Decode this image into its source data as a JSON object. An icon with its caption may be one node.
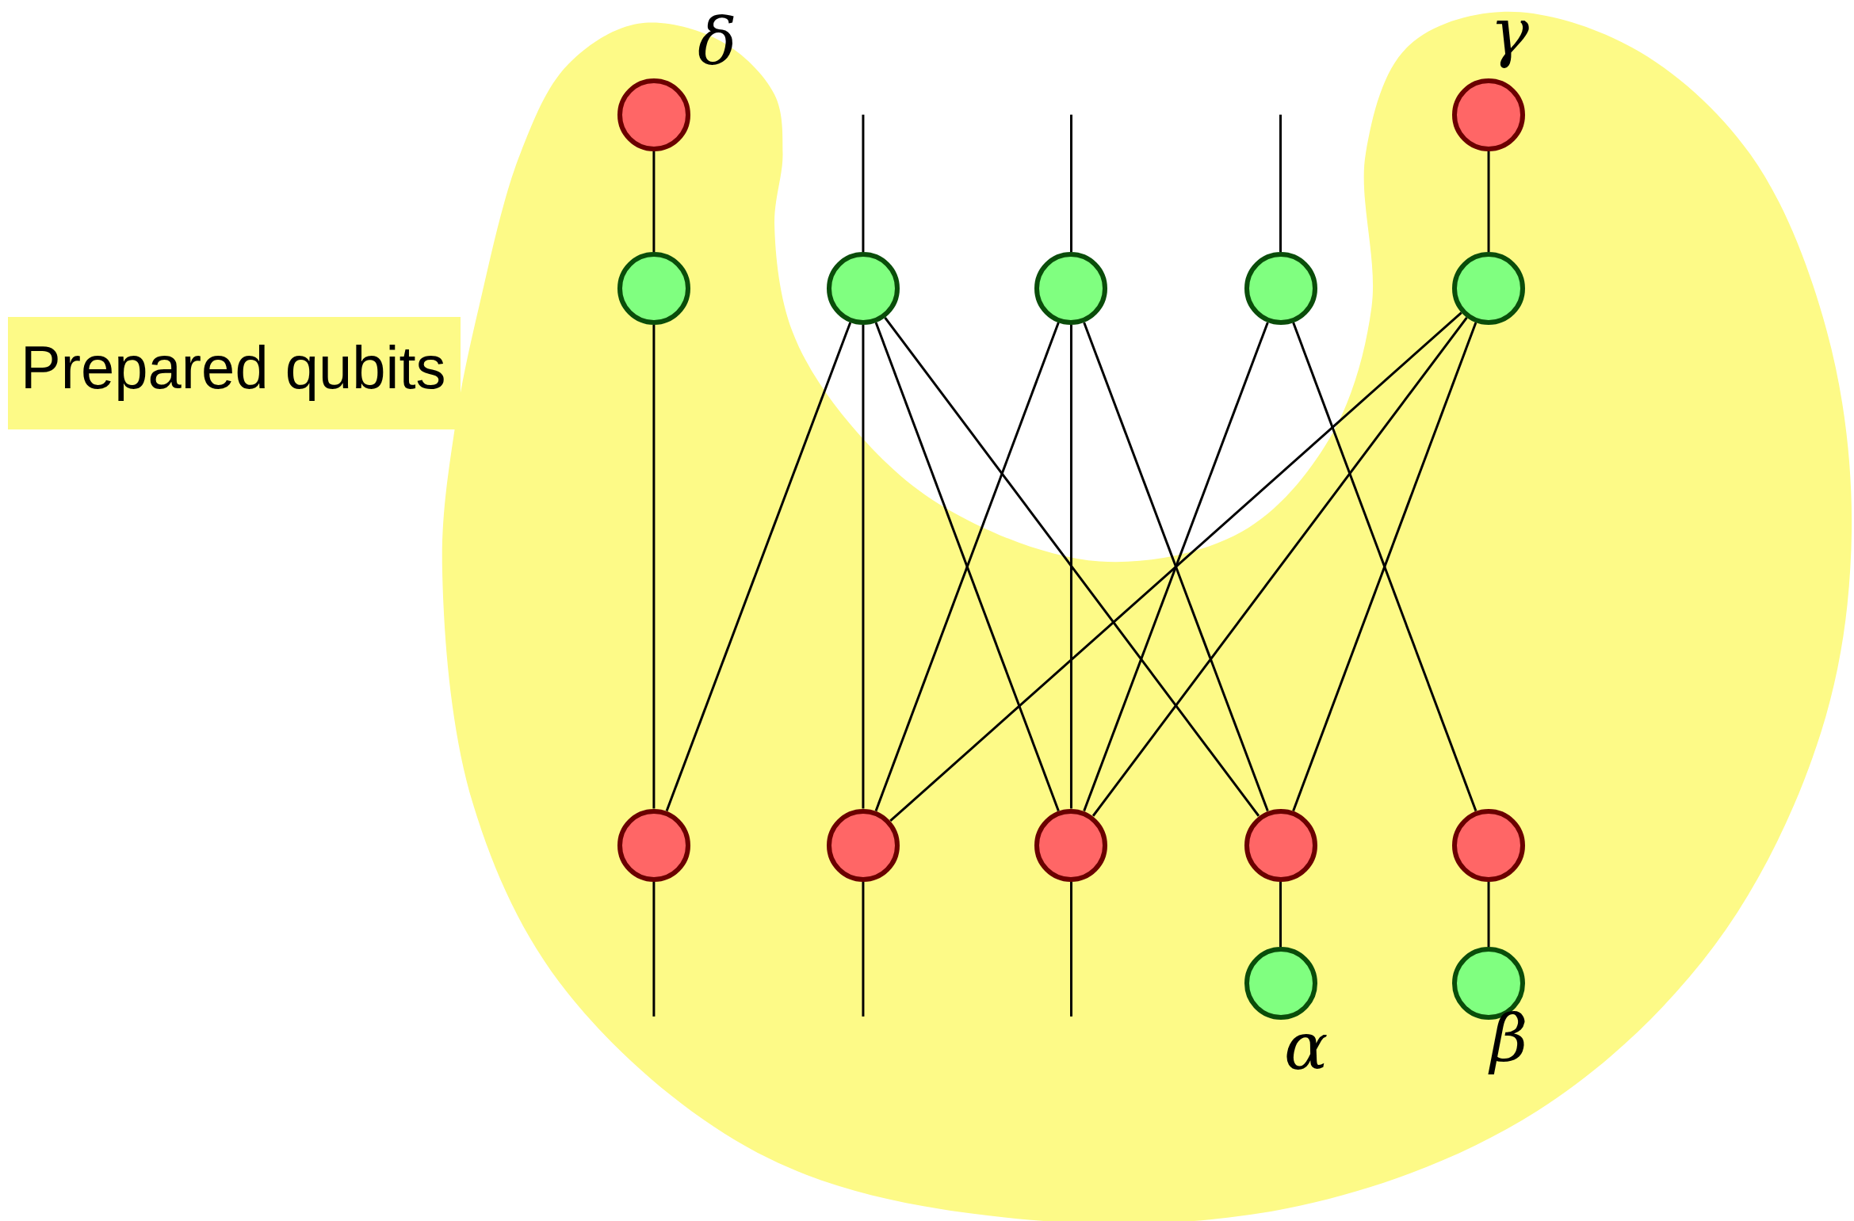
{
  "diagram": {
    "nodes": [
      {
        "text": [
          "Prepared qubits"
        ]
      },
      {
        "text": [],
        "shape": "circle",
        "in": 0,
        "beside": [
          "δ"
        ]
      },
      {
        "text": [],
        "shape": "circle",
        "in": 0,
        "beside": [
          "γ"
        ]
      },
      {
        "text": [],
        "shape": "circle",
        "in": 0
      },
      {
        "text": [],
        "shape": "circle"
      },
      {
        "text": [],
        "shape": "circle"
      },
      {
        "text": [],
        "shape": "circle"
      },
      {
        "text": [],
        "shape": "circle",
        "in": 0
      },
      {
        "text": [],
        "shape": "circle",
        "in": 0
      },
      {
        "text": [],
        "shape": "circle",
        "in": 0
      },
      {
        "text": [],
        "shape": "circle",
        "in": 0
      },
      {
        "text": [],
        "shape": "circle",
        "in": 0
      },
      {
        "text": [],
        "shape": "circle",
        "in": 0
      },
      {
        "text": [],
        "shape": "circle",
        "in": 0,
        "beside": [
          "α"
        ]
      },
      {
        "text": [],
        "shape": "circle",
        "in": 0,
        "beside": [
          "β"
        ]
      }
    ],
    "edges": [
      {
        "from": 1,
        "to": 3,
        "arrow": "none"
      },
      {
        "from": 2,
        "to": 7,
        "arrow": "none"
      },
      {
        "from": 4,
        "to": null,
        "arrow": "none"
      },
      {
        "from": 5,
        "to": null,
        "arrow": "none"
      },
      {
        "from": 6,
        "to": null,
        "arrow": "none"
      },
      {
        "from": 3,
        "to": 8,
        "arrow": "none"
      },
      {
        "from": 4,
        "to": 8,
        "arrow": "none"
      },
      {
        "from": 4,
        "to": 9,
        "arrow": "none"
      },
      {
        "from": 4,
        "to": 10,
        "arrow": "none"
      },
      {
        "from": 4,
        "to": 11,
        "arrow": "none"
      },
      {
        "from": 5,
        "to": 9,
        "arrow": "none"
      },
      {
        "from": 5,
        "to": 10,
        "arrow": "none"
      },
      {
        "from": 5,
        "to": 11,
        "arrow": "none"
      },
      {
        "from": 6,
        "to": 10,
        "arrow": "none"
      },
      {
        "from": 6,
        "to": 12,
        "arrow": "none"
      },
      {
        "from": 7,
        "to": 9,
        "arrow": "none"
      },
      {
        "from": 7,
        "to": 10,
        "arrow": "none"
      },
      {
        "from": 7,
        "to": 11,
        "arrow": "none"
      },
      {
        "from": 8,
        "to": null,
        "arrow": "none"
      },
      {
        "from": 9,
        "to": null,
        "arrow": "none"
      },
      {
        "from": 10,
        "to": null,
        "arrow": "none"
      },
      {
        "from": 11,
        "to": 13,
        "arrow": "none"
      },
      {
        "from": 12,
        "to": 14,
        "arrow": "none"
      }
    ]
  }
}
